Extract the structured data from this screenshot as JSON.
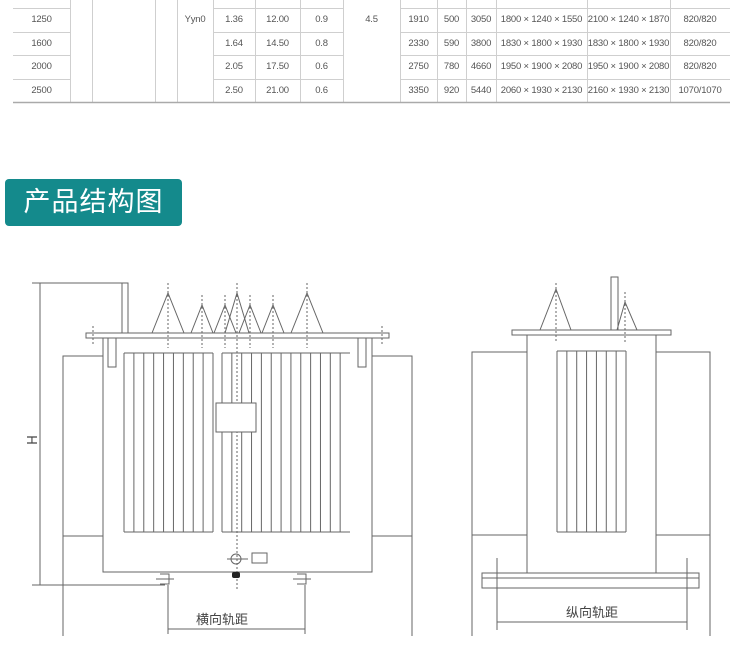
{
  "spec_table": {
    "merged": {
      "connection": "Yyn0",
      "impedance": "4.5"
    },
    "rows": [
      {
        "capacity": "1250",
        "noload_loss": "1.36",
        "load_loss": "12.00",
        "noload_current": "0.9",
        "oil": "1910",
        "c2": "500",
        "weight": "3050",
        "dims_a": "1800 × 1240 × 1550",
        "dims_b": "2100 × 1240 × 1870",
        "gauge": "820/820"
      },
      {
        "capacity": "1600",
        "noload_loss": "1.64",
        "load_loss": "14.50",
        "noload_current": "0.8",
        "oil": "2330",
        "c2": "590",
        "weight": "3800",
        "dims_a": "1830 × 1800 × 1930",
        "dims_b": "1830 × 1800 × 1930",
        "gauge": "820/820"
      },
      {
        "capacity": "2000",
        "noload_loss": "2.05",
        "load_loss": "17.50",
        "noload_current": "0.6",
        "oil": "2750",
        "c2": "780",
        "weight": "4660",
        "dims_a": "1950 × 1900 ×  2080",
        "dims_b": "1950 × 1900 × 2080",
        "gauge": "820/820"
      },
      {
        "capacity": "2500",
        "noload_loss": "2.50",
        "load_loss": "21.00",
        "noload_current": "0.6",
        "oil": "3350",
        "c2": "920",
        "weight": "5440",
        "dims_a": "2060 × 1930 × 2130",
        "dims_b": "2160 × 1930 × 2130",
        "gauge": "1070/1070"
      }
    ]
  },
  "section": {
    "title": "产品结构图",
    "color": "#148a8c"
  },
  "diagram": {
    "front_view": {
      "height_label": "H",
      "rail_label": "横向轨距"
    },
    "side_view": {
      "rail_label": "纵向轨距"
    }
  }
}
